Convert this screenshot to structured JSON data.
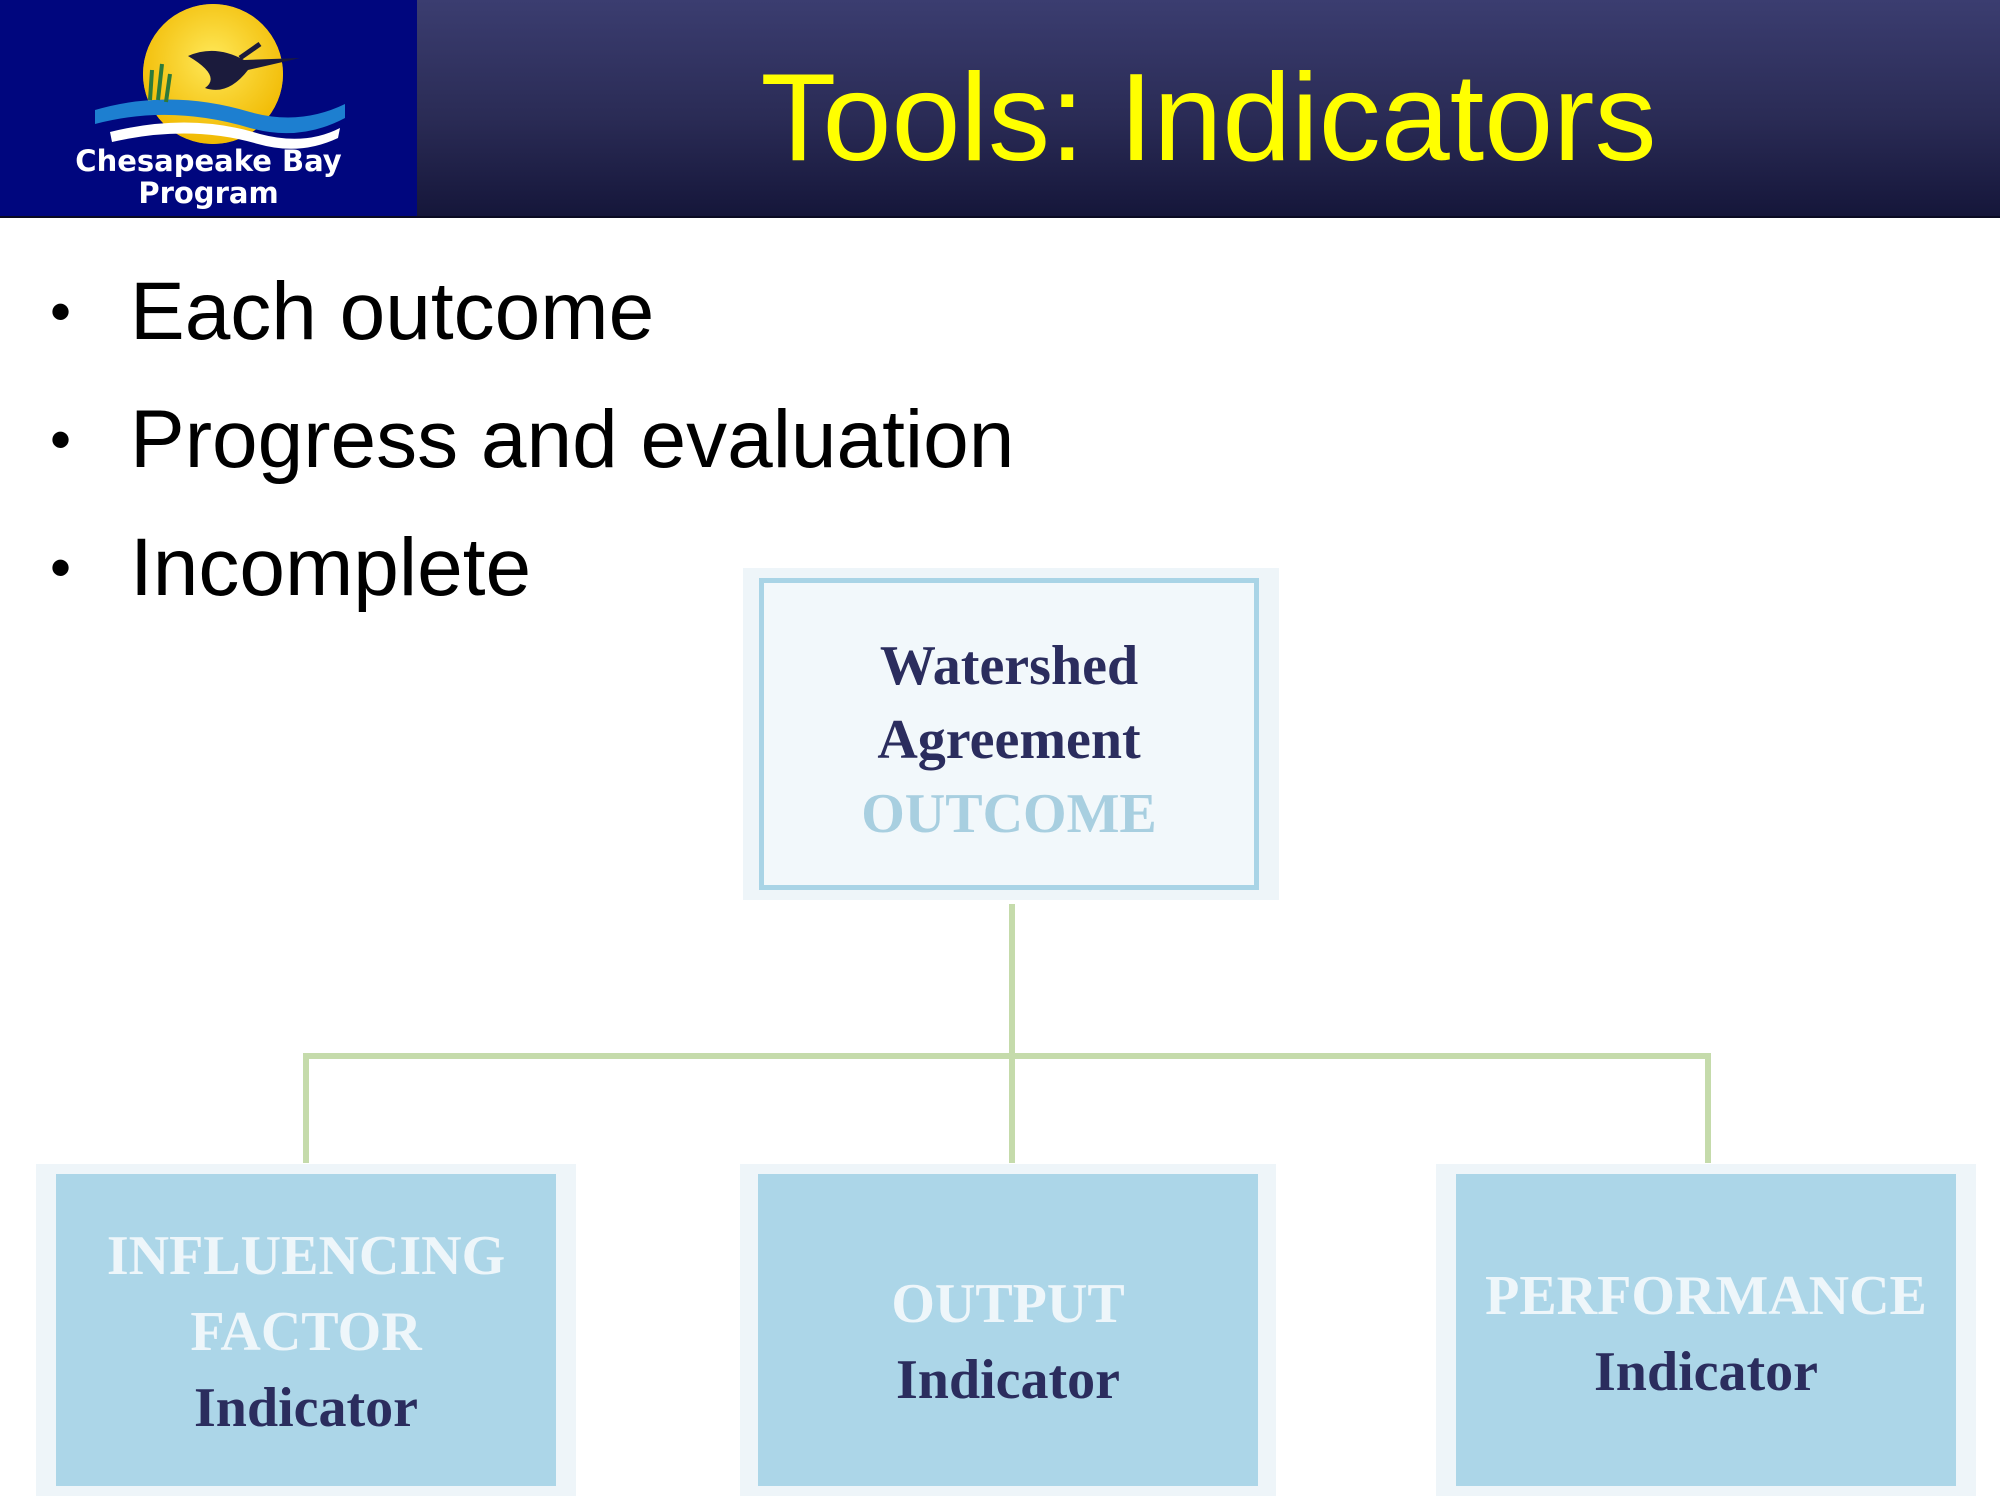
{
  "header": {
    "title": "Tools: Indicators",
    "logo_line1": "Chesapeake Bay",
    "logo_line2": "Program"
  },
  "bullets": [
    "Each outcome",
    "Progress and evaluation",
    "Incomplete"
  ],
  "diagram": {
    "root": {
      "line1": "Watershed",
      "line2": "Agreement",
      "line3": "OUTCOME"
    },
    "children": [
      {
        "line1": "INFLUENCING",
        "line2": "FACTOR",
        "line3": "Indicator"
      },
      {
        "line1": "OUTPUT",
        "line2": "Indicator"
      },
      {
        "line1": "PERFORMANCE",
        "line2": "Indicator"
      }
    ]
  },
  "colors": {
    "title": "#ffff00",
    "logo_bg": "#00067e",
    "box_fill": "#acd6e8",
    "connector": "#c5dbab",
    "navy_text": "#2b2d5e"
  }
}
